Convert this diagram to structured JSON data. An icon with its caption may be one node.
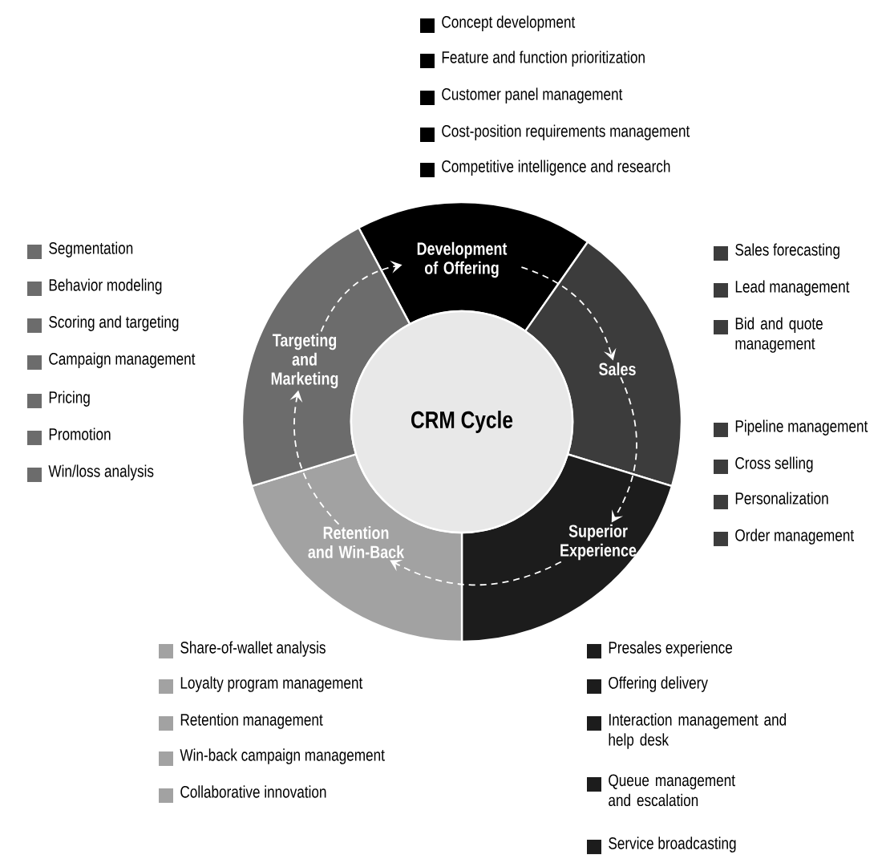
{
  "diagram": {
    "nodes": [
      {
        "text": [
          "CRM Cycle"
        ]
      },
      {
        "text": [
          "Development of Offering"
        ],
        "beside": [
          "Concept development",
          "Feature and function prioritization",
          "Customer panel management",
          "Cost-position requirements management",
          "Competitive intelligence and research"
        ]
      },
      {
        "text": [
          "Sales"
        ],
        "beside": [
          "Sales forecasting",
          "Lead management",
          "Bid and quote management",
          "Pipeline management",
          "Cross selling",
          "Personalization",
          "Order management"
        ]
      },
      {
        "text": [
          "Superior Experience"
        ],
        "beside": [
          "Presales experience",
          "Offering delivery",
          "Interaction management and help desk",
          "Queue management and escalation",
          "Service broadcasting"
        ]
      },
      {
        "text": [
          "Retention and Win-Back"
        ],
        "beside": [
          "Share-of-wallet analysis",
          "Loyalty program management",
          "Retention management",
          "Win-back campaign management",
          "Collaborative innovation"
        ]
      },
      {
        "text": [
          "Targeting and Marketing"
        ],
        "beside": [
          "Segmentation",
          "Behavior modeling",
          "Scoring and targeting",
          "Campaign management",
          "Pricing",
          "Promotion",
          "Win/loss analysis"
        ]
      }
    ],
    "edges": [
      {
        "from": 1,
        "to": 2,
        "arrow": "to",
        "style": "dashed"
      },
      {
        "from": 2,
        "to": 3,
        "arrow": "to",
        "style": "dashed"
      },
      {
        "from": 3,
        "to": 4,
        "arrow": "to",
        "style": "dashed"
      },
      {
        "from": 4,
        "to": 5,
        "arrow": "to",
        "style": "dashed"
      },
      {
        "from": 5,
        "to": 1,
        "arrow": "to",
        "style": "dashed"
      }
    ]
  }
}
